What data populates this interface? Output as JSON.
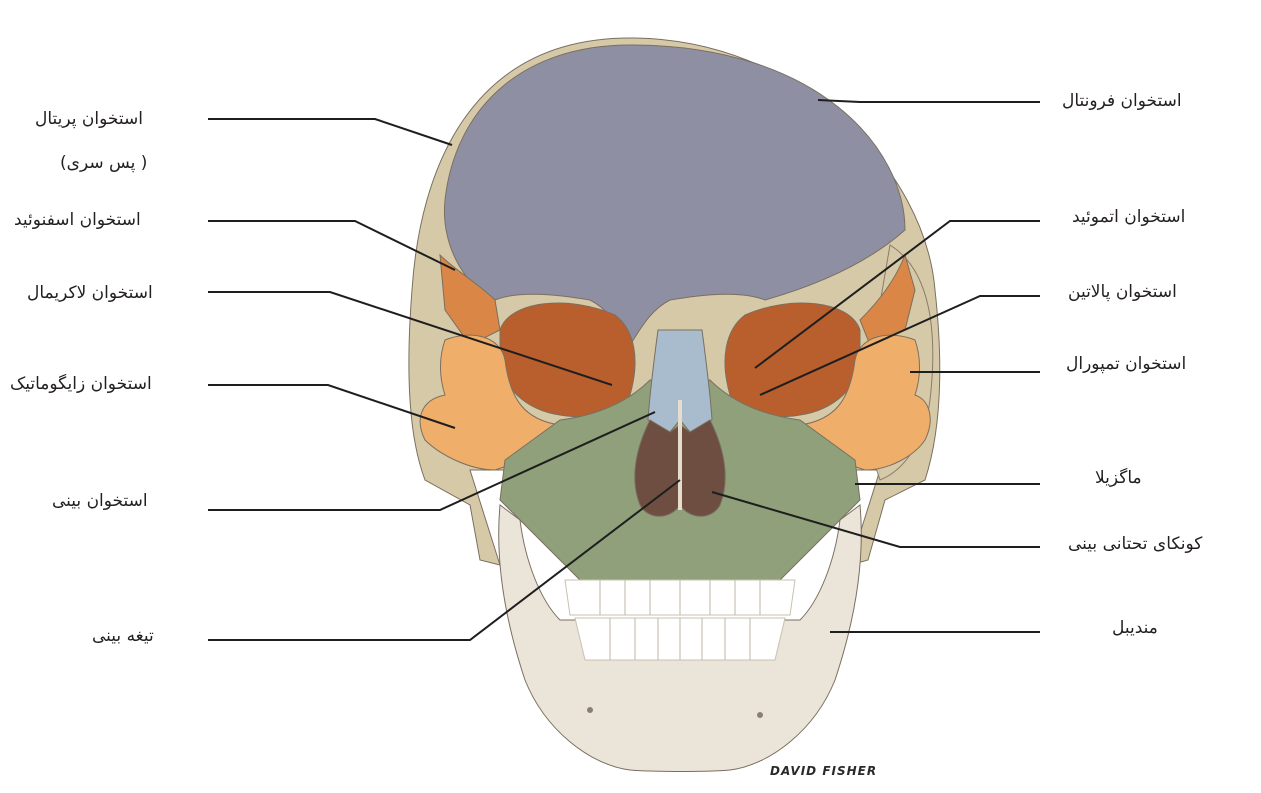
{
  "labels": {
    "parietal": "استخوان پریتال",
    "occipital": "( پس سری)",
    "sphenoid": "استخوان اسفنوئید",
    "lacrimal": "استخوان لاکریمال",
    "zygomatic": "استخوان زایگوماتیک",
    "nasal": "استخوان بینی",
    "septum": "تیغه بینی",
    "frontal": "استخوان فرونتال",
    "ethmoid": "استخوان اتموئید",
    "palatine": "استخوان پالاتین",
    "temporal": "استخوان تمپورال",
    "maxilla": "ماگزیلا",
    "concha": "کونکای تحتانی بینی",
    "mandible": "مندیبل"
  },
  "signature": "DAVID FISHER",
  "colors": {
    "frontal": "#8f8fa3",
    "parietal": "#d6c9a8",
    "sphenoid": "#d98646",
    "zygomatic": "#efae6a",
    "maxilla": "#8fa07a",
    "nasal": "#a9bccd",
    "mandible": "#ebe4d8",
    "orbit": "#b95f2e",
    "nasal_cavity": "#6e4e40"
  }
}
